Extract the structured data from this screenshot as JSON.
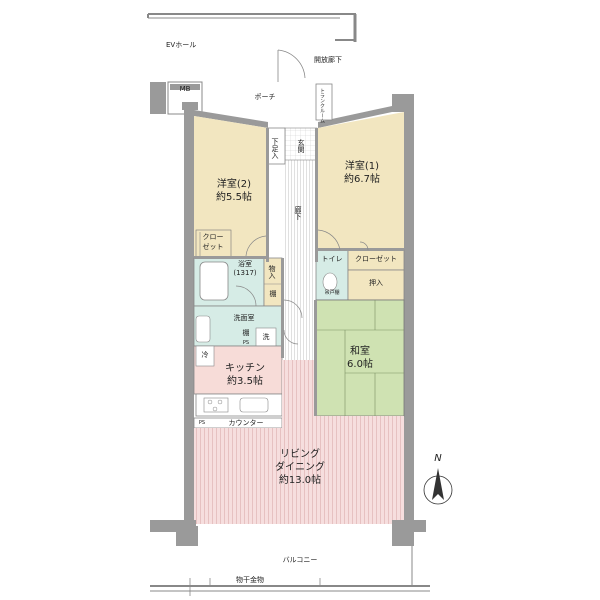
{
  "labels": {
    "ev_hall": "EVホール",
    "open_corridor": "開放廊下",
    "mb": "MB",
    "porch": "ポーチ",
    "trunk_room": "トランクルーム",
    "shoe_storage": "下足入",
    "entrance": "玄関",
    "western_room_2_name": "洋室(2)",
    "western_room_2_size": "約5.5帖",
    "western_room_1_name": "洋室(1)",
    "western_room_1_size": "約6.7帖",
    "corridor": "廊下",
    "closet_small_1": "クロー",
    "closet_small_2": "ゼット",
    "bathroom_name": "浴室",
    "bathroom_size": "(1317)",
    "storage": "物入",
    "shelf_1": "棚",
    "toilet": "トイレ",
    "closet": "クローゼット",
    "oshiire": "押入",
    "shelf_toilet": "吊戸棚",
    "washroom": "洗面室",
    "shelf_2": "棚",
    "ps_small": "PS",
    "washer": "洗",
    "fridge": "冷",
    "japanese_room_name": "和室",
    "japanese_room_size": "6.0帖",
    "kitchen_name": "キッチン",
    "kitchen_size": "約3.5帖",
    "ps": "PS",
    "counter": "カウンター",
    "living_1": "リビング",
    "living_2": "ダイニング",
    "living_size": "約13.0帖",
    "north": "N",
    "balcony": "バルコニー",
    "laundry_hardware": "物干金物"
  },
  "colors": {
    "western_room": "#f2e6c0",
    "bathroom": "#d6ece6",
    "washroom": "#d6ece6",
    "toilet": "#d6ece6",
    "storage": "#f2e6c0",
    "kitchen": "#f7dcd8",
    "japanese_room": "#cfe2b2",
    "living": "#f6dede",
    "wall": "#9a9a9a"
  }
}
